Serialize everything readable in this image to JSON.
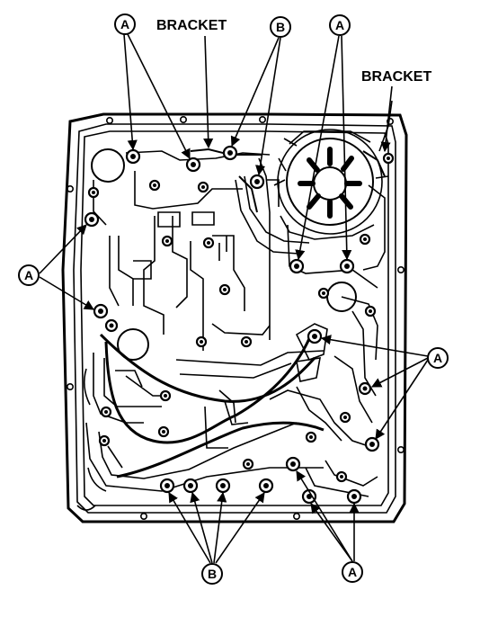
{
  "labels": {
    "bracket_top": "BRACKET",
    "bracket_right": "BRACKET",
    "callout_a": "A",
    "callout_b": "B"
  },
  "colors": {
    "ink": "#000000",
    "paper": "#ffffff"
  }
}
